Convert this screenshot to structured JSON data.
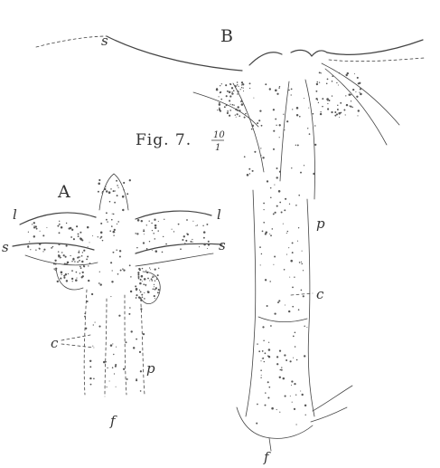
{
  "figure": {
    "caption": "Fig. 7.",
    "scale_numerator": "10",
    "scale_denominator": "1"
  },
  "panel_a": {
    "title": "A",
    "labels": {
      "l_left": "l",
      "l_right": "l",
      "s_left": "s",
      "s_right": "s",
      "c": "c",
      "p": "p",
      "f": "f"
    }
  },
  "panel_b": {
    "title": "B",
    "labels": {
      "s": "s",
      "p": "p",
      "c": "c",
      "f": "f"
    }
  }
}
